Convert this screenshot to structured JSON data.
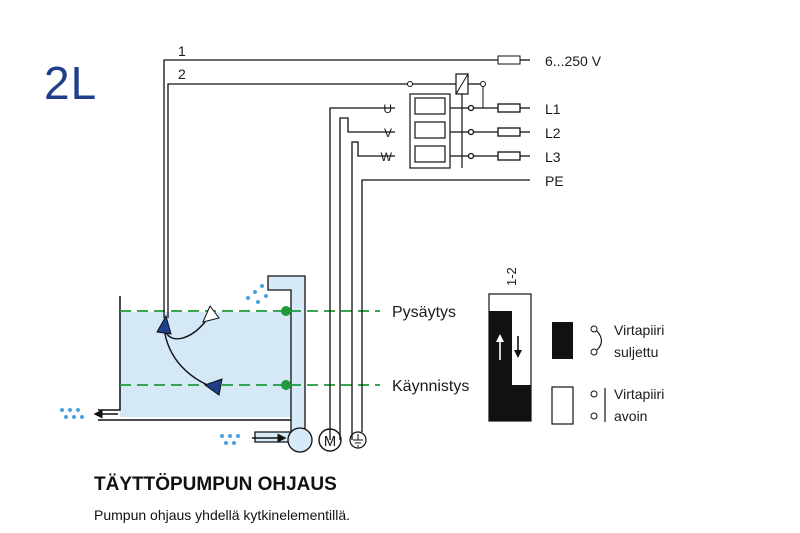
{
  "diagram": {
    "code": "2L",
    "title": "TÄYTTÖPUMPUN OHJAUS",
    "subtitle": "Pumpun ohjaus yhdellä kytkinelementillä.",
    "wires": {
      "wire_1": "1",
      "wire_2": "2",
      "voltage": "6...250 V",
      "l1": "L1",
      "l2": "L2",
      "l3": "L3",
      "pe": "PE",
      "u": "U",
      "v": "V",
      "w": "W"
    },
    "levels": {
      "stop": "Pysäytys",
      "start": "Käynnistys"
    },
    "switch_chart": {
      "header": "1-2"
    },
    "legend": {
      "closed_line1": "Virtapiiri",
      "closed_line2": "suljettu",
      "open_line1": "Virtapiiri",
      "open_line2": "avoin"
    },
    "motor_symbol": "M",
    "colors": {
      "title_blue": "#1f3f8c",
      "water": "#d4e8f5",
      "level_line": "#1e9a3a",
      "float": "#1f3f8c",
      "pipe": "#d6ebf7",
      "drops": "#4aa3df"
    }
  }
}
